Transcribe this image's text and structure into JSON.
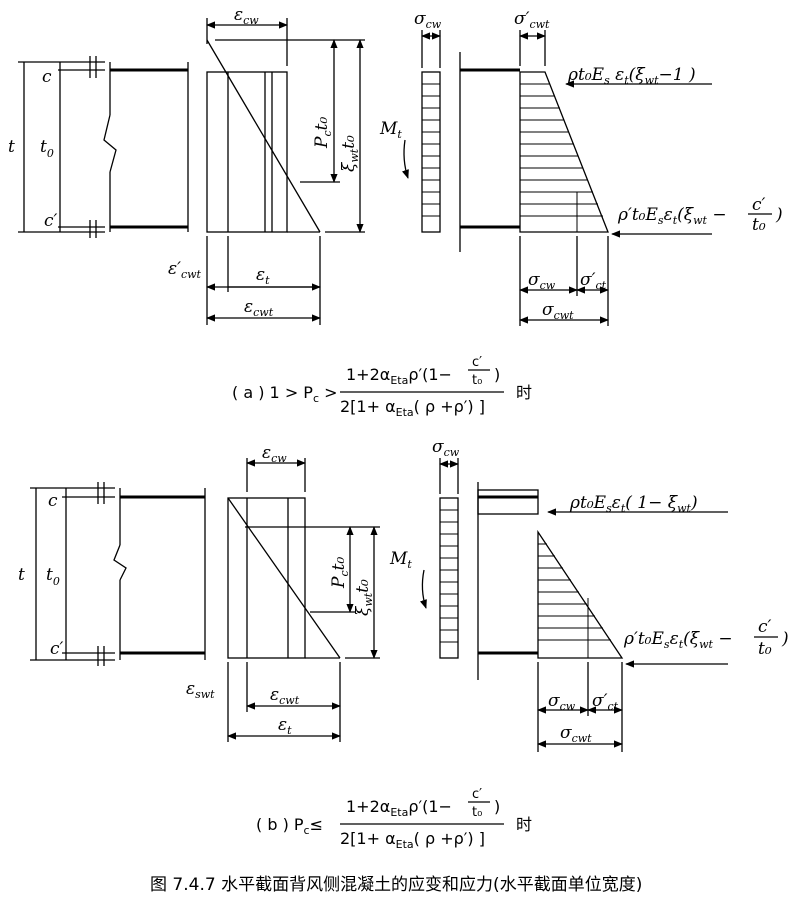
{
  "diagram_a": {
    "eps_cw": "ε",
    "eps_cw_sub": "cw",
    "sig_cw": "σ",
    "sig_cw_sub": "cw",
    "sig_cwt_p": "σ′",
    "sig_cwt_p_sub": "cwt",
    "c": "c",
    "t": "t",
    "t0": "t",
    "t0_sub": "0",
    "c_p": "c′",
    "pct0": "P",
    "pct0_sub": "c",
    "pct0_tail": "t₀",
    "xi": "ξ",
    "xi_sub": "wt",
    "xi_tail": "t₀",
    "Mt": "M",
    "Mt_sub": "t",
    "force_top": "ρt₀E",
    "force_top_tail": "ε",
    "force_top_paren": "(ξ",
    "force_top_end": "−1 )",
    "force_bot": "ρ′t₀E",
    "force_bot_tail": "ε",
    "force_bot_paren": "(ξ",
    "force_bot_mid": " − ",
    "force_bot_num": "c′",
    "force_bot_den": "t₀",
    "force_bot_end": ")",
    "eps_cwt_p": "ε′",
    "eps_cwt_p_sub": "cwt",
    "eps_t": "ε",
    "eps_t_sub": "t",
    "eps_cwt": "ε",
    "eps_cwt_sub": "cwt",
    "sig_cw_b": "σ",
    "sig_cw_b_sub": "cw",
    "sig_ct_p": "σ′",
    "sig_ct_p_sub": "ct",
    "sig_cwt": "σ",
    "sig_cwt_sub": "cwt",
    "cond_lhs": "( a )  1 > P",
    "cond_gt": " >",
    "cond_num": "1+2α",
    "cond_num_tail": "ρ′(1−",
    "cond_num_frac_top": "c′",
    "cond_num_frac_bot": "t₀",
    "cond_num_end": ")",
    "cond_den": "2[1+ α",
    "cond_den_tail": "( ρ +ρ′) ]",
    "eta": "Eta",
    "shi": "时"
  },
  "diagram_b": {
    "eps_cw": "ε",
    "eps_cw_sub": "cw",
    "sig_cw": "σ",
    "sig_cw_sub": "cw",
    "c": "c",
    "t": "t",
    "t0": "t",
    "t0_sub": "0",
    "c_p": "c′",
    "pct0": "P",
    "pct0_sub": "c",
    "pct0_tail": "t₀",
    "xi": "ξ",
    "xi_sub": "wt",
    "xi_tail": "t₀",
    "Mt": "M",
    "Mt_sub": "t",
    "force_top": "ρt₀E",
    "force_top_tail": "ε",
    "force_top_paren": "( 1− ξ",
    "force_top_end": ")",
    "force_bot": "ρ′t₀E",
    "force_bot_tail": "ε",
    "force_bot_paren": "(ξ",
    "force_bot_mid": " − ",
    "force_bot_num": "c′",
    "force_bot_den": "t₀",
    "force_bot_end": ")",
    "eps_swt": "ε",
    "eps_swt_sub": "swt",
    "eps_cwt": "ε",
    "eps_cwt_sub": "cwt",
    "eps_t": "ε",
    "eps_t_sub": "t",
    "sig_cw_b": "σ",
    "sig_cw_b_sub": "cw",
    "sig_ct_p": "σ′",
    "sig_ct_p_sub": "ct",
    "sig_cwt": "σ",
    "sig_cwt_sub": "cwt",
    "cond_lhs": "( b )  P",
    "cond_le": "≤",
    "cond_num": "1+2α",
    "cond_num_tail": "ρ′(1−",
    "cond_num_frac_top": "c′",
    "cond_num_frac_bot": "t₀",
    "cond_num_end": ")",
    "cond_den": "2[1+ α",
    "cond_den_tail": "( ρ +ρ′) ]",
    "eta": "Eta",
    "shi": "时"
  },
  "figure_caption": "图 7.4.7   水平截面背风侧混凝土的应变和应力(水平截面单位宽度)"
}
